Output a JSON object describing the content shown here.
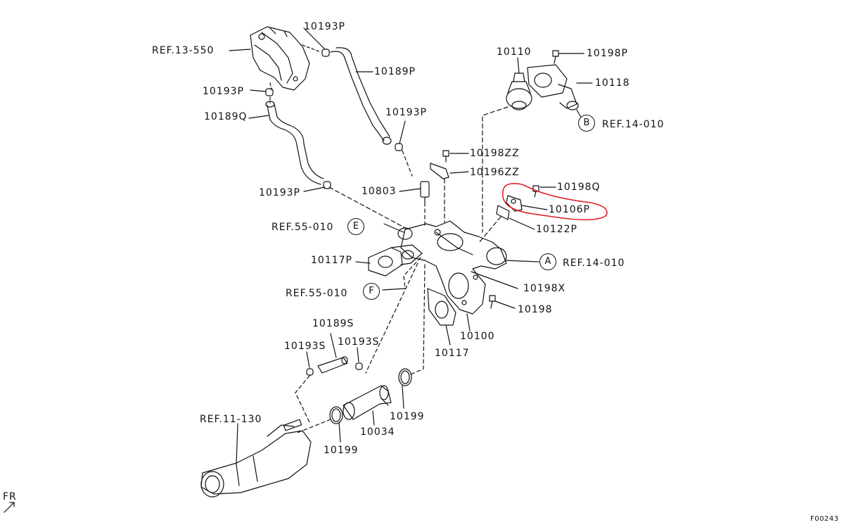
{
  "labels": {
    "ref_13_550": "REF.13-550",
    "p10193p_a": "10193P",
    "p10189p": "10189P",
    "p10193p_b": "10193P",
    "p10189q": "10189Q",
    "p10193p_c": "10193P",
    "p10193p_d": "10193P",
    "p10110": "10110",
    "p10198p": "10198P",
    "p10118": "10118",
    "ref_14_010_b": "REF.14-010",
    "p10198zz": "10198ZZ",
    "p10196zz": "10196ZZ",
    "p10803": "10803",
    "p10198q": "10198Q",
    "p10106p": "10106P",
    "p10122p": "10122P",
    "ref_55_010_e": "REF.55-010",
    "p10117p": "10117P",
    "ref_14_010_a": "REF.14-010",
    "ref_55_010_f": "REF.55-010",
    "p10198x": "10198X",
    "p10198": "10198",
    "p10189s": "10189S",
    "p10193s_a": "10193S",
    "p10193s_b": "10193S",
    "p10100": "10100",
    "p10117": "10117",
    "ref_11_130": "REF.11-130",
    "p10199_a": "10199",
    "p10034": "10034",
    "p10199_b": "10199",
    "fr": "FR",
    "code": "F00243"
  },
  "circles": {
    "b": "B",
    "e": "E",
    "a": "A",
    "f": "F"
  },
  "colors": {
    "line": "#111111",
    "highlight": "#e0222a"
  }
}
